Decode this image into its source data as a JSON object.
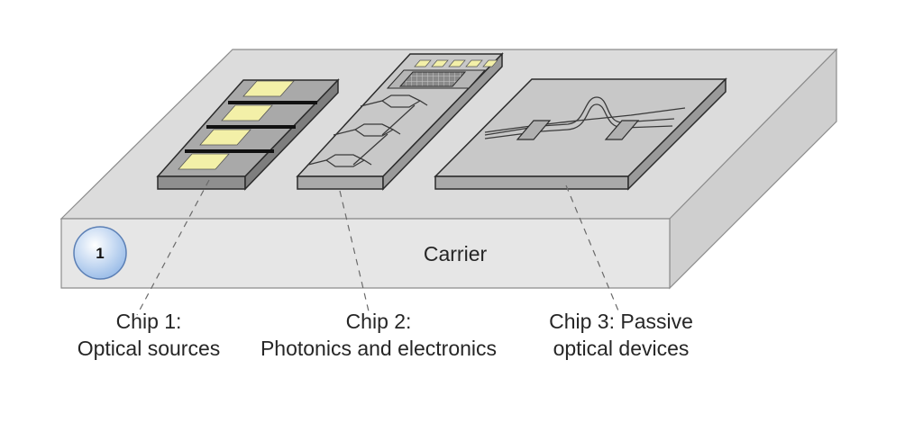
{
  "carrier": {
    "label": "Carrier",
    "badge": "1"
  },
  "chips": [
    {
      "title": "Chip 1:",
      "subtitle": "Optical sources"
    },
    {
      "title": "Chip 2:",
      "subtitle": "Photonics and electronics"
    },
    {
      "title": "Chip 3: Passive",
      "subtitle": "optical devices"
    }
  ],
  "colors": {
    "carrier_top": "#dcdcdc",
    "carrier_front": "#e6e6e6",
    "carrier_side": "#cbcbcb",
    "chip_gray": "#a9a9a9",
    "chip_light": "#c8c8c8",
    "pad_yellow": "#f3f0a8",
    "badge_blue": "#b9d2f2",
    "outline": "#2b2b2b"
  }
}
